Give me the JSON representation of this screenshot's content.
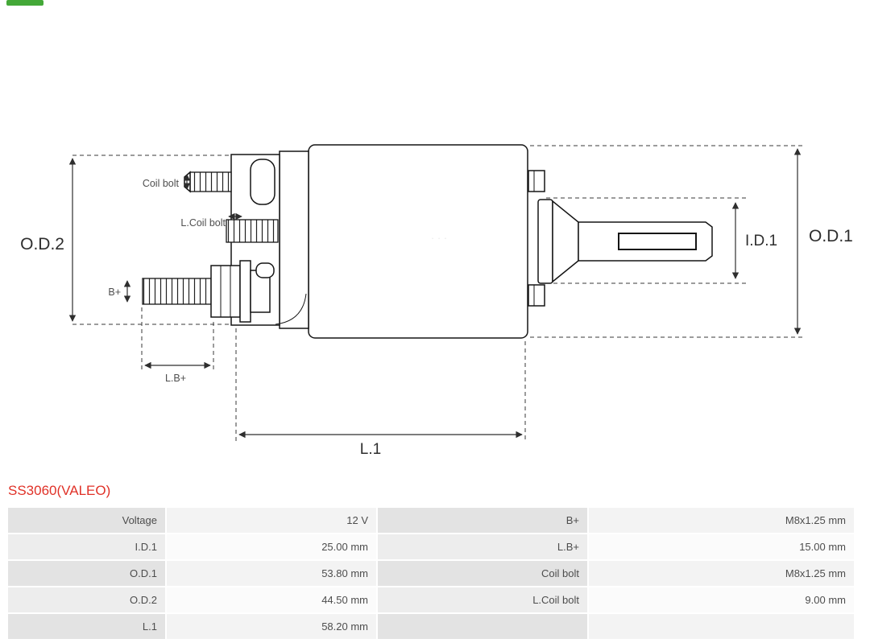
{
  "title": "SS3060(VALEO)",
  "title_color": "#e03127",
  "logo_color": "#44a838",
  "diagram": {
    "labels": {
      "od2": "O.D.2",
      "od1": "O.D.1",
      "id1": "I.D.1",
      "l1": "L.1",
      "lb_plus": "L.B+",
      "b_plus": "B+",
      "coil_bolt": "Coil bolt",
      "l_coil_bolt": "L.Coil bolt"
    }
  },
  "table": {
    "rows": [
      {
        "c1": "Voltage",
        "c2": "12 V",
        "c3": "B+",
        "c4": "M8x1.25 mm"
      },
      {
        "c1": "I.D.1",
        "c2": "25.00 mm",
        "c3": "L.B+",
        "c4": "15.00 mm"
      },
      {
        "c1": "O.D.1",
        "c2": "53.80 mm",
        "c3": "Coil bolt",
        "c4": "M8x1.25 mm"
      },
      {
        "c1": "O.D.2",
        "c2": "44.50 mm",
        "c3": "L.Coil bolt",
        "c4": "9.00 mm"
      },
      {
        "c1": "L.1",
        "c2": "58.20 mm",
        "c3": "",
        "c4": ""
      }
    ]
  }
}
